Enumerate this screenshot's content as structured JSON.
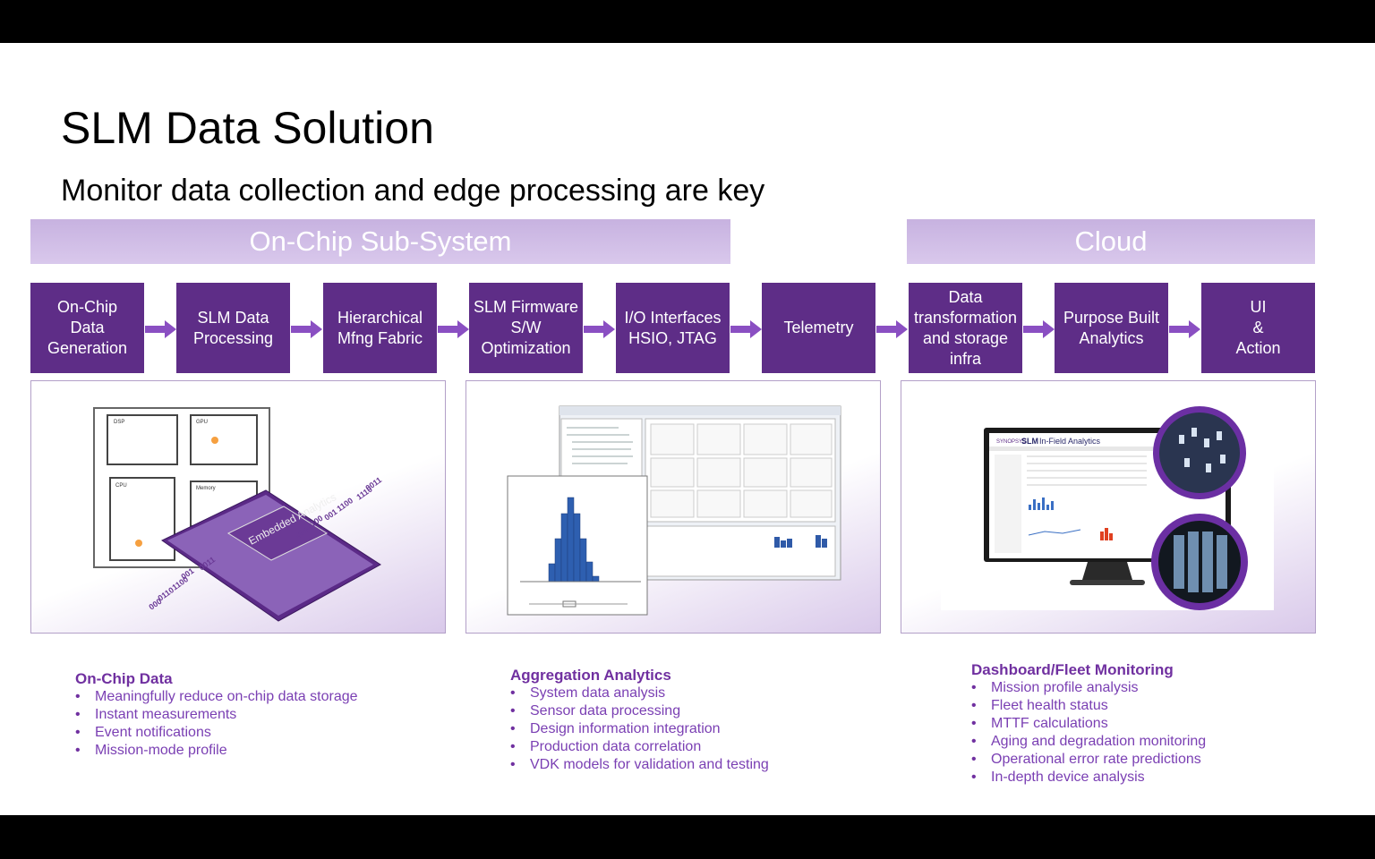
{
  "title": "SLM Data Solution",
  "subtitle": "Monitor data collection and edge processing are key",
  "bands": {
    "onchip": "On-Chip Sub-System",
    "cloud": "Cloud"
  },
  "flow": [
    "On-Chip\nData\nGeneration",
    "SLM Data\nProcessing",
    "Hierarchical\nMfng Fabric",
    "SLM Firmware\nS/W\nOptimization",
    "I/O Interfaces\nHSIO, JTAG",
    "Telemetry",
    "Data\ntransformation\nand storage\ninfra",
    "Purpose Built\nAnalytics",
    "UI\n&\nAction"
  ],
  "panels": {
    "chip": {
      "blocks": [
        "DSP",
        "GPU",
        "CPU",
        "Memory"
      ],
      "label": "Embedded Analytics",
      "bits_top": [
        "0011",
        "1110",
        "1100",
        "001",
        "0100",
        "000"
      ],
      "bits_bottom": [
        "0011",
        "001",
        "1100",
        "0110",
        "000"
      ]
    },
    "dashboard": {
      "brand": "SLM",
      "app": "In-Field Analytics"
    }
  },
  "sections": {
    "onchip": {
      "heading": "On-Chip Data",
      "items": [
        "Meaningfully reduce on-chip data storage",
        "Instant measurements",
        "Event notifications",
        "Mission-mode profile"
      ]
    },
    "aggregation": {
      "heading": "Aggregation Analytics",
      "items": [
        "System data analysis",
        "Sensor data processing",
        "Design information integration",
        "Production data correlation",
        "VDK models for validation and testing"
      ]
    },
    "dashboard": {
      "heading": "Dashboard/Fleet Monitoring",
      "items": [
        "Mission profile analysis",
        "Fleet health status",
        "MTTF calculations",
        "Aging and degradation monitoring",
        "Operational error rate predictions",
        "In-depth device analysis"
      ]
    }
  },
  "colors": {
    "box": "#5e2d87",
    "arrow": "#8a4fc2",
    "band": "#cbb8e3",
    "heading": "#7030a0"
  }
}
